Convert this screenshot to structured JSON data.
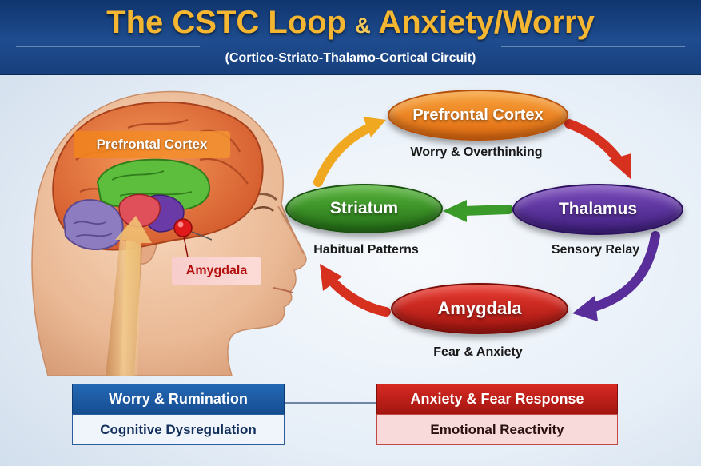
{
  "header": {
    "title_part1": "The CSTC Loop",
    "title_amp": "&",
    "title_part2": "Anxiety/Worry",
    "subtitle": "(Cortico-Striato-Thalamo-Cortical Circuit)"
  },
  "head_illustration": {
    "prefrontal_label": "Prefrontal Cortex",
    "amygdala_label": "Amygdala"
  },
  "loop": {
    "nodes": [
      {
        "id": "pfc",
        "label": "Prefrontal Cortex",
        "caption": "Worry & Overthinking",
        "color": "#e8781c"
      },
      {
        "id": "thalamus",
        "label": "Thalamus",
        "caption": "Sensory Relay",
        "color": "#5a2e9a"
      },
      {
        "id": "amygdala",
        "label": "Amygdala",
        "caption": "Fear & Anxiety",
        "color": "#c8201a"
      },
      {
        "id": "striatum",
        "label": "Striatum",
        "caption": "Habitual Patterns",
        "color": "#3a8f28"
      }
    ],
    "arrow_colors": {
      "pfc_to_thalamus": "#d6301f",
      "thalamus_to_amygdala": "#5a2e9a",
      "amygdala_to_striatum": "#d6301f",
      "thalamus_to_striatum": "#3a9a2a",
      "striatum_to_pfc": "#f0a820"
    }
  },
  "bottom": {
    "worry_heading": "Worry & Rumination",
    "worry_sub": "Cognitive Dysregulation",
    "fear_heading": "Anxiety & Fear Response",
    "fear_sub": "Emotional Reactivity"
  }
}
